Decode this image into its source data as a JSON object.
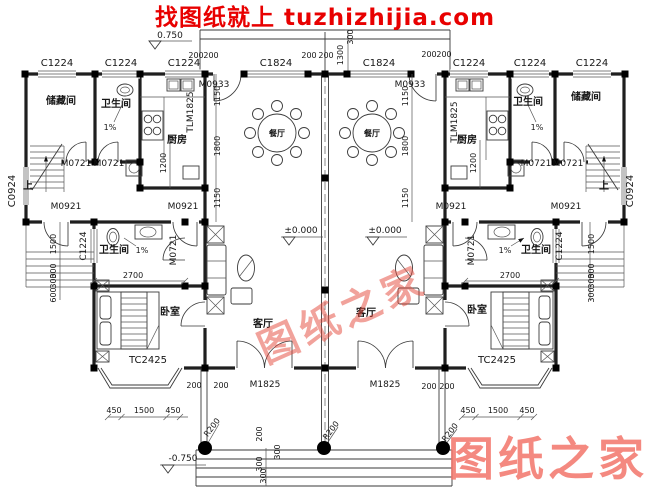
{
  "colors": {
    "line": "#1f1f1f",
    "watermark_top": "#e80000",
    "watermark_seal": "#e5473a",
    "watermark_bottom": "#f3756a"
  },
  "watermarks": {
    "top": "找图纸就上 tuzhizhijia.com",
    "middle_seal": "图纸之家",
    "bottom_right_seal": "图纸之家"
  },
  "levels": {
    "terrace": "0.750",
    "floor": "±0.000",
    "porch": "-0.750"
  },
  "t": {
    "c1224": "C1224",
    "c1824": "C1824",
    "c0924": "C0924",
    "tc2425": "TC2425",
    "m0721": "M0721",
    "m0921": "M0921",
    "m0933": "M0933",
    "m1825": "M1825",
    "tlm1825": "TLM1825",
    "storage": "储藏间",
    "bath": "卫生间",
    "kitchen": "厨房",
    "dining": "餐厅",
    "living": "客厅",
    "bedroom": "卧室",
    "up": "上",
    "slope": "1%",
    "r200": "R200",
    "d200": "200",
    "d300": "300",
    "d450": "450",
    "d600": "600",
    "d1150": "1150",
    "d1200": "1200",
    "d1300": "1300",
    "d1500": "1500",
    "d1800": "1800",
    "d2700": "2700"
  }
}
